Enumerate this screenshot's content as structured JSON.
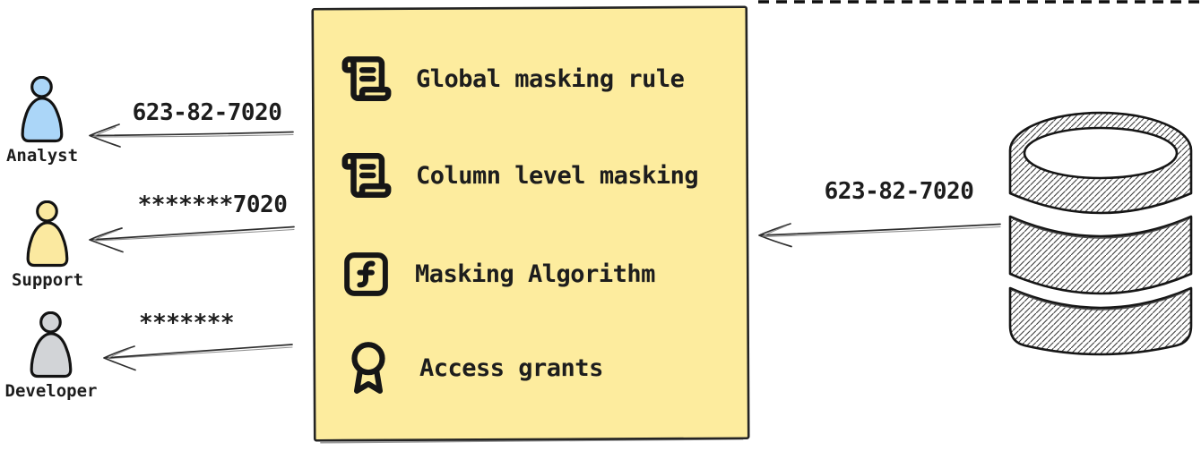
{
  "masking_box": {
    "fill": "#fdec9e",
    "border_color": "#242424",
    "items": [
      {
        "icon": "scroll-text-icon",
        "label": "Global masking rule"
      },
      {
        "icon": "scroll-text-icon",
        "label": "Column level masking"
      },
      {
        "icon": "function-square-icon",
        "label": "Masking Algorithm"
      },
      {
        "icon": "award-icon",
        "label": "Access grants"
      }
    ]
  },
  "personas": [
    {
      "label": "Analyst",
      "fill": "#abd6f8",
      "arrow_label": "623-82-7020"
    },
    {
      "label": "Support",
      "fill": "#fbe9a0",
      "arrow_label": "*******7020"
    },
    {
      "label": "Developer",
      "fill": "#d2d4d7",
      "arrow_label": "*******"
    }
  ],
  "database": {
    "icon": "database-icon",
    "arrow_label": "623-82-7020"
  }
}
